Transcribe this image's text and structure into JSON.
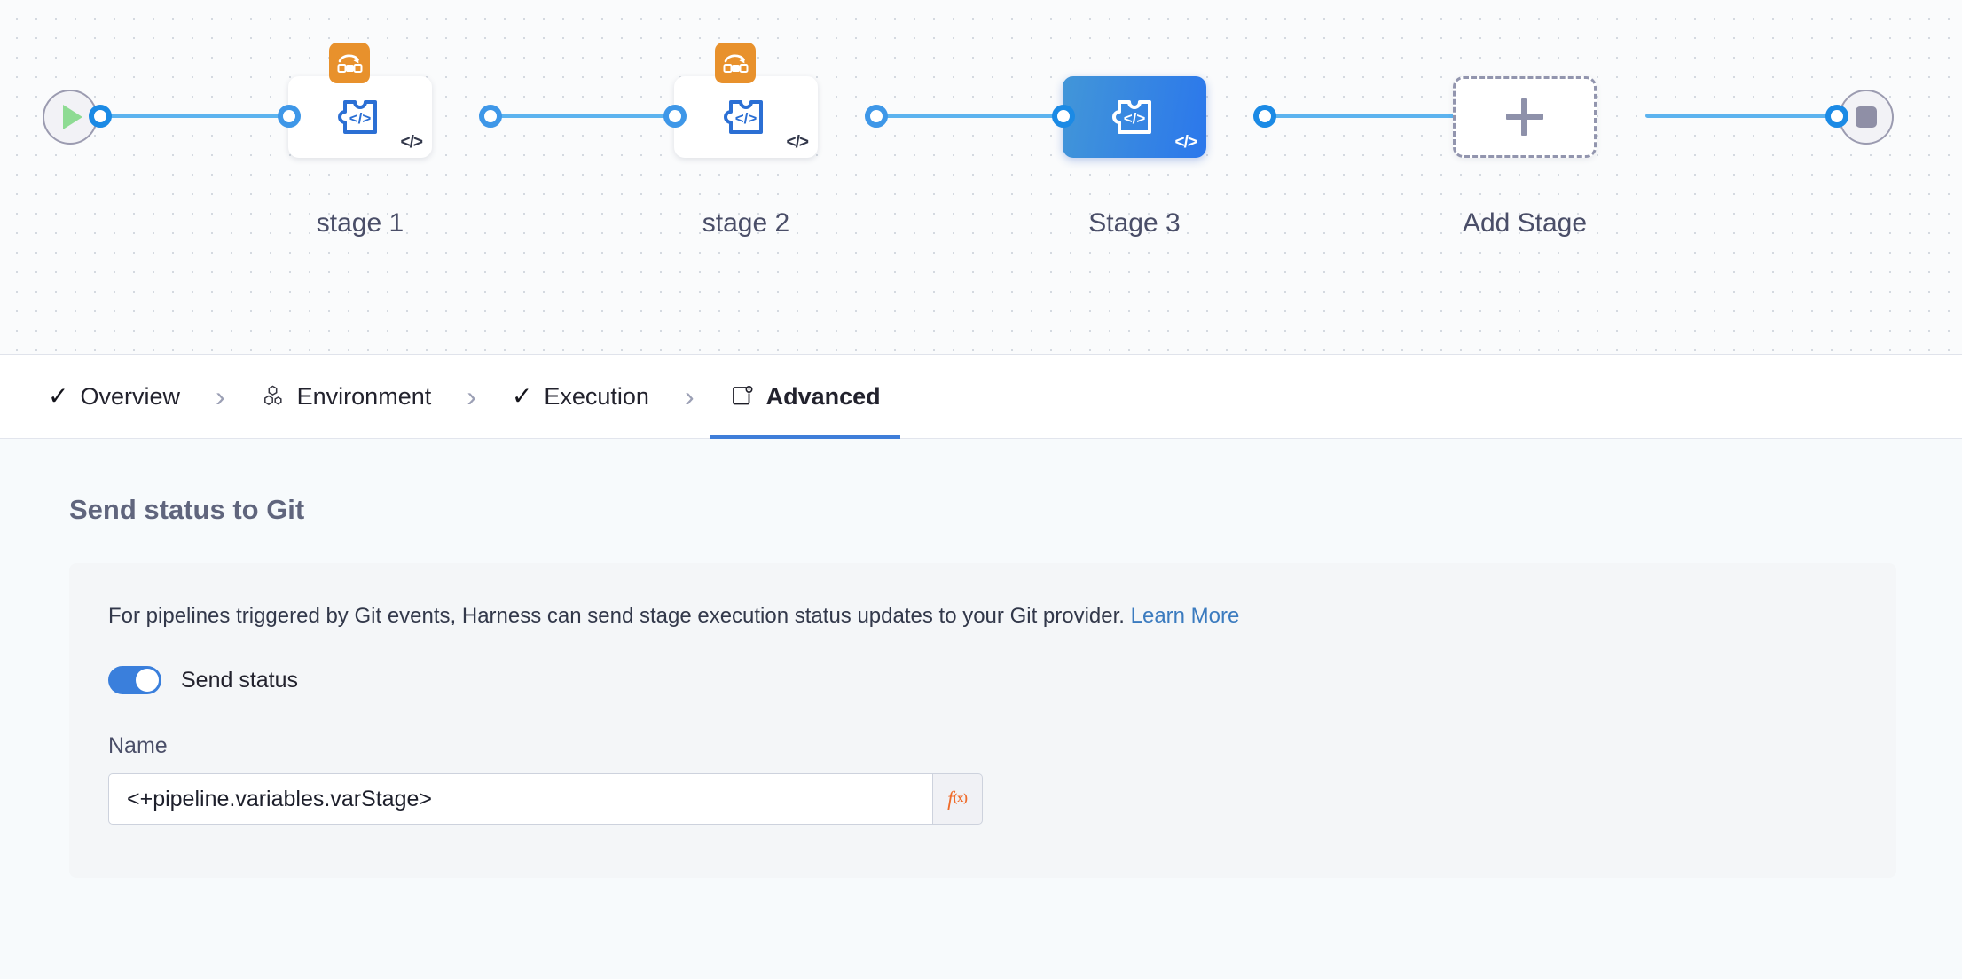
{
  "canvas": {
    "start_node": {
      "icon": "play-icon"
    },
    "end_node": {
      "icon": "stop-icon"
    },
    "stages": [
      {
        "label": "stage 1",
        "type": "custom-stage",
        "icon": "custom-stage-icon",
        "badge": "matrix-strategy-icon",
        "has_badge": true,
        "selected": false,
        "code_tag": "</>"
      },
      {
        "label": "stage 2",
        "type": "custom-stage",
        "icon": "custom-stage-icon",
        "badge": "matrix-strategy-icon",
        "has_badge": true,
        "selected": false,
        "code_tag": "</>"
      },
      {
        "label": "Stage 3",
        "type": "custom-stage",
        "icon": "custom-stage-icon",
        "badge": "",
        "has_badge": false,
        "selected": true,
        "code_tag": "</>"
      },
      {
        "label": "Add Stage",
        "type": "add-stage",
        "icon": "plus-icon",
        "badge": "",
        "has_badge": false,
        "selected": false,
        "code_tag": ""
      }
    ]
  },
  "tabs": {
    "separator": "›",
    "check_glyph": "✓",
    "items": [
      {
        "label": "Overview",
        "icon": "check-icon",
        "active": false,
        "complete": true
      },
      {
        "label": "Environment",
        "icon": "infrastructure-icon",
        "active": false,
        "complete": false
      },
      {
        "label": "Execution",
        "icon": "check-icon",
        "active": false,
        "complete": true
      },
      {
        "label": "Advanced",
        "icon": "advanced-gear-icon",
        "active": true,
        "complete": false
      }
    ]
  },
  "content": {
    "section_title": "Send status to Git",
    "description_text": "For pipelines triggered by Git events, Harness can send stage execution status updates to your Git provider. ",
    "learn_more_label": "Learn More",
    "send_status_toggle": {
      "label": "Send status",
      "enabled": true
    },
    "name_field": {
      "label": "Name",
      "value": "<+pipeline.variables.varStage>",
      "placeholder": "Name",
      "expression_button_label": "f",
      "expression_button_sub": "(x)"
    }
  },
  "colors": {
    "accent_blue": "#3a7fdc",
    "connector_blue": "#5cb3ef",
    "port_blue": "#3e97e8",
    "badge_orange": "#e8912c",
    "expression_orange": "#ef6b2a",
    "link_blue": "#3b7bbf",
    "canvas_bg": "#fafbfc",
    "content_bg": "#f7fafc",
    "card_bg": "#f4f6f8"
  }
}
